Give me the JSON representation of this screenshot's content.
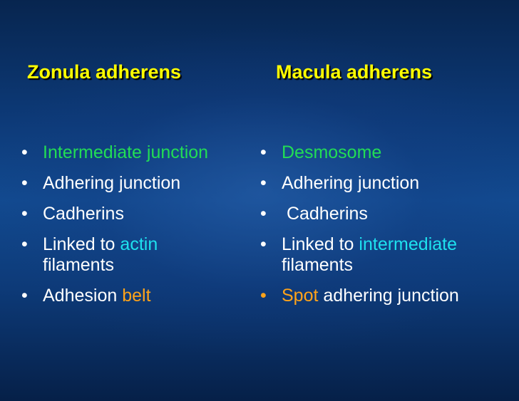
{
  "left_column": {
    "heading": "Zonula adherens",
    "items": [
      {
        "text": "Intermediate junction"
      },
      {
        "text": "Adhering junction"
      },
      {
        "text": "Cadherins"
      },
      {
        "prefix": "Linked to ",
        "highlight": "actin",
        "line2": "filaments"
      },
      {
        "prefix": "Adhesion ",
        "highlight": "belt"
      }
    ]
  },
  "right_column": {
    "heading": "Macula adherens",
    "items": [
      {
        "text": "Desmosome"
      },
      {
        "text": "Adhering junction"
      },
      {
        "text": " Cadherins"
      },
      {
        "prefix": "Linked to ",
        "highlight": "intermediate",
        "line2": "filaments"
      },
      {
        "highlight": "Spot",
        "suffix": " adhering junction"
      }
    ]
  },
  "bullet_glyph": "•",
  "colors": {
    "heading": "#ffff00",
    "text": "#ffffff",
    "green": "#22dd55",
    "cyan": "#1ee0ee",
    "orange": "#ffa31a"
  }
}
